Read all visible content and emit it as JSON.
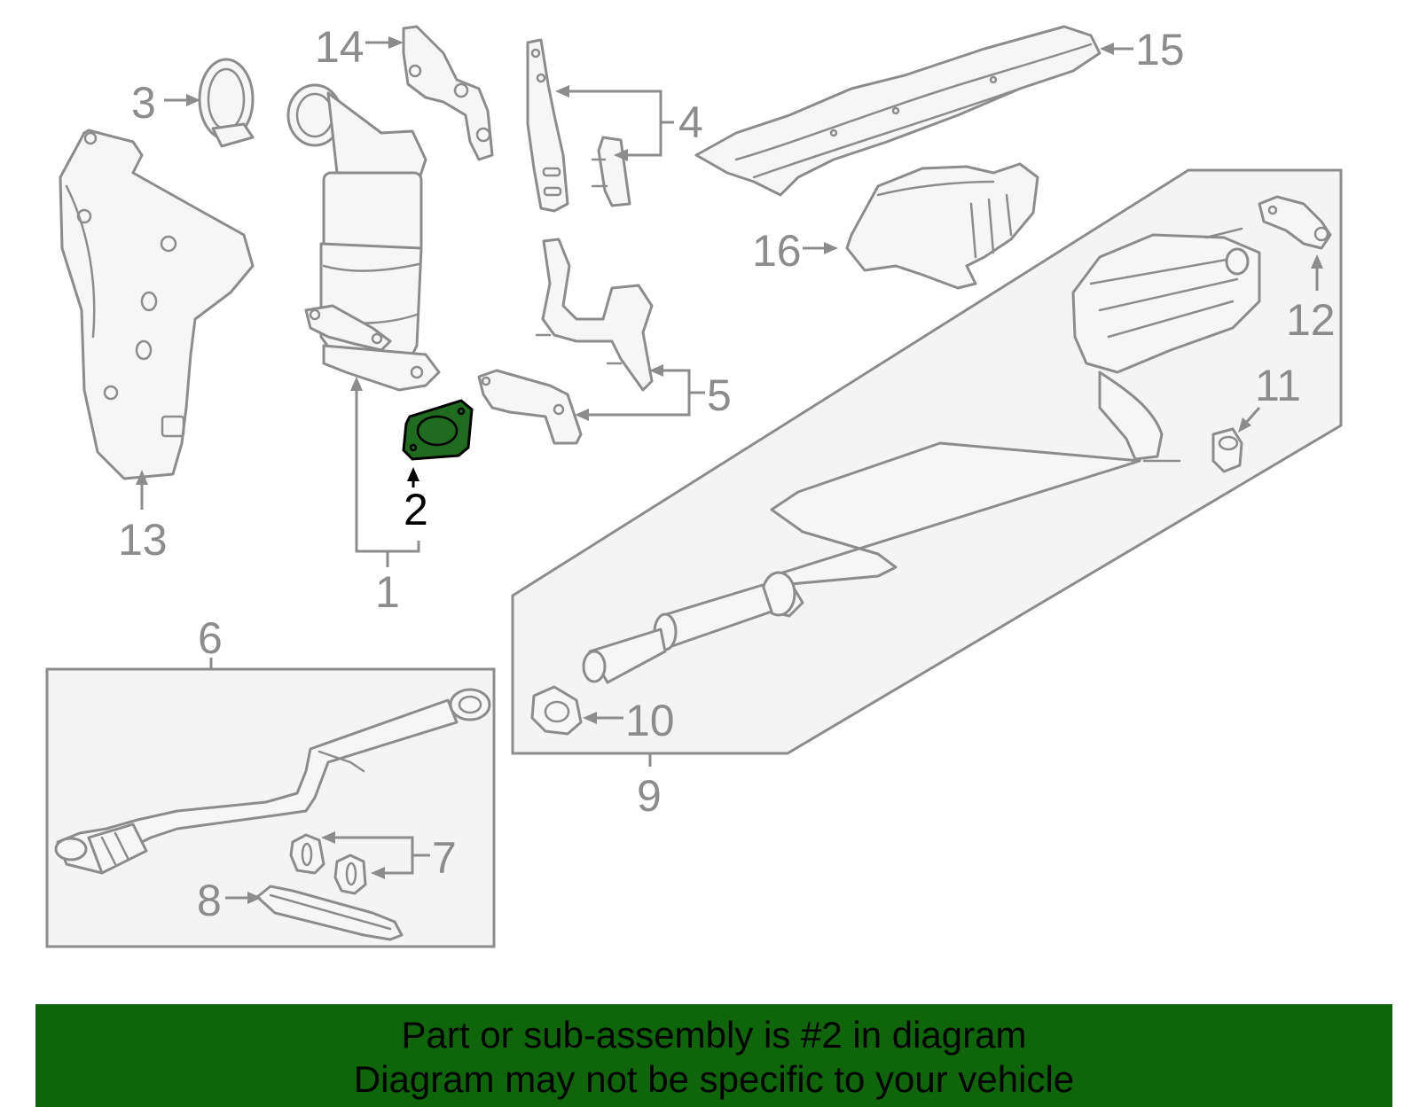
{
  "diagram": {
    "highlighted_part": "2",
    "highlight_color": "#1f6b1f",
    "banner_color": "#0f650a",
    "line_color": "#8c8c8c",
    "callouts": {
      "c1": "1",
      "c2": "2",
      "c3": "3",
      "c4": "4",
      "c5": "5",
      "c6": "6",
      "c7": "7",
      "c8": "8",
      "c9": "9",
      "c10": "10",
      "c11": "11",
      "c12": "12",
      "c13": "13",
      "c14": "14",
      "c15": "15",
      "c16": "16"
    }
  },
  "banner": {
    "line1": "Part or sub-assembly is #2 in diagram",
    "line2": "Diagram may not be specific to your vehicle"
  }
}
